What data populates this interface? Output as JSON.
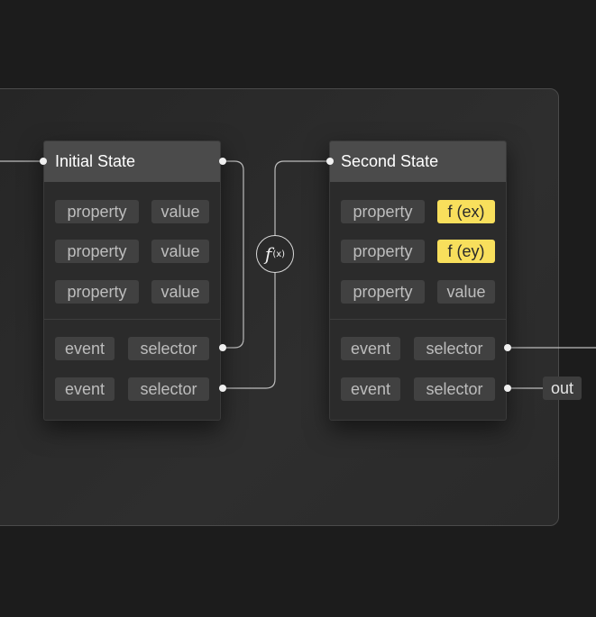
{
  "nodes": {
    "initial": {
      "title": "Initial State",
      "properties": [
        {
          "property": "property",
          "value": "value"
        },
        {
          "property": "property",
          "value": "value"
        },
        {
          "property": "property",
          "value": "value"
        }
      ],
      "events": [
        {
          "event": "event",
          "selector": "selector"
        },
        {
          "event": "event",
          "selector": "selector"
        }
      ]
    },
    "second": {
      "title": "Second State",
      "properties": [
        {
          "property": "property",
          "value": "f (ex)",
          "highlight": true
        },
        {
          "property": "property",
          "value": "f (ey)",
          "highlight": true
        },
        {
          "property": "property",
          "value": "value",
          "highlight": false
        }
      ],
      "events": [
        {
          "event": "event",
          "selector": "selector"
        },
        {
          "event": "event",
          "selector": "selector"
        }
      ]
    }
  },
  "function_node": {
    "symbol": "f",
    "arg": "(x)"
  },
  "output_label": "out",
  "colors": {
    "background": "#1c1c1c",
    "panel": "#2a2a2a",
    "node_header": "#4b4b4b",
    "chip": "#414141",
    "highlight": "#f8df5c",
    "wire": "#bdbdbd"
  }
}
